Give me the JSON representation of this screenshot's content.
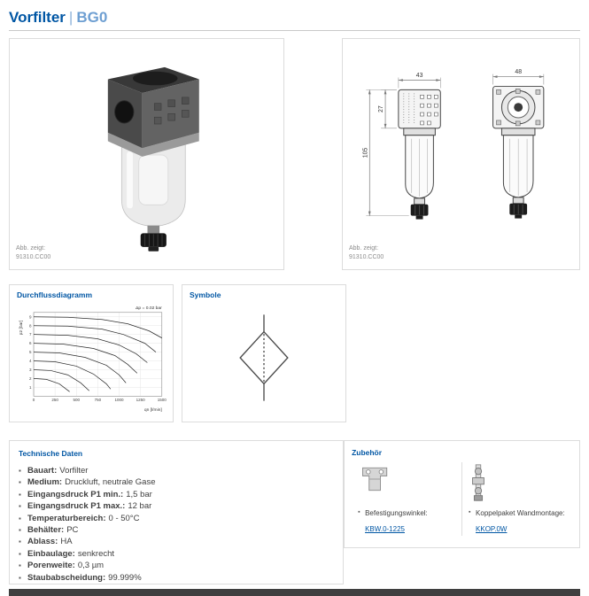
{
  "page": {
    "title": "Vorfilter",
    "separator": "|",
    "subtitle": "BG0"
  },
  "photo_panel": {
    "caption_label": "Abb. zeigt:",
    "caption_value": "91310.CC00"
  },
  "drawing_panel": {
    "caption_label": "Abb. zeigt:",
    "caption_value": "91310.CC00",
    "dim_width_left": "43",
    "dim_width_right": "48",
    "dim_head_height": "27",
    "dim_total_height": "105"
  },
  "flow_panel": {
    "heading": "Durchflussdiagramm"
  },
  "symbols_panel": {
    "heading": "Symbole"
  },
  "chart_data": {
    "type": "line",
    "title": "",
    "xlabel": "qn [l/min]",
    "ylabel": "p2 [bar]",
    "annotation": "Δp = 0.02 bar",
    "xlim": [
      0,
      1500
    ],
    "ylim": [
      0,
      9.5
    ],
    "xticks": [
      0,
      250,
      500,
      750,
      1000,
      1250,
      1500
    ],
    "yticks": [
      1,
      2,
      3,
      4,
      5,
      6,
      7,
      8,
      9
    ],
    "grid": true,
    "legend": false,
    "series": [
      {
        "name": "curve_1",
        "points": [
          [
            0,
            9
          ],
          [
            400,
            8.95
          ],
          [
            800,
            8.7
          ],
          [
            1100,
            8.2
          ],
          [
            1350,
            7.4
          ],
          [
            1500,
            6.6
          ]
        ]
      },
      {
        "name": "curve_2",
        "points": [
          [
            0,
            8
          ],
          [
            400,
            7.95
          ],
          [
            800,
            7.6
          ],
          [
            1050,
            7.0
          ],
          [
            1300,
            6.0
          ],
          [
            1430,
            5.0
          ]
        ]
      },
      {
        "name": "curve_3",
        "points": [
          [
            0,
            7
          ],
          [
            400,
            6.9
          ],
          [
            750,
            6.5
          ],
          [
            1000,
            5.8
          ],
          [
            1200,
            4.8
          ],
          [
            1330,
            3.8
          ]
        ]
      },
      {
        "name": "curve_4",
        "points": [
          [
            0,
            6
          ],
          [
            350,
            5.9
          ],
          [
            700,
            5.4
          ],
          [
            950,
            4.6
          ],
          [
            1100,
            3.6
          ],
          [
            1210,
            2.6
          ]
        ]
      },
      {
        "name": "curve_5",
        "points": [
          [
            0,
            5
          ],
          [
            300,
            4.9
          ],
          [
            600,
            4.4
          ],
          [
            850,
            3.5
          ],
          [
            1000,
            2.4
          ],
          [
            1080,
            1.5
          ]
        ]
      },
      {
        "name": "curve_6",
        "points": [
          [
            0,
            4
          ],
          [
            250,
            3.9
          ],
          [
            500,
            3.4
          ],
          [
            700,
            2.5
          ],
          [
            850,
            1.4
          ],
          [
            900,
            0.8
          ]
        ]
      },
      {
        "name": "curve_7",
        "points": [
          [
            0,
            3
          ],
          [
            200,
            2.9
          ],
          [
            400,
            2.4
          ],
          [
            550,
            1.5
          ],
          [
            650,
            0.6
          ]
        ]
      },
      {
        "name": "curve_8",
        "points": [
          [
            0,
            2
          ],
          [
            150,
            1.9
          ],
          [
            300,
            1.4
          ],
          [
            420,
            0.5
          ]
        ]
      }
    ]
  },
  "technical": {
    "heading": "Technische Daten",
    "items": [
      {
        "label": "Bauart:",
        "value": "Vorfilter"
      },
      {
        "label": "Medium:",
        "value": "Druckluft, neutrale Gase"
      },
      {
        "label": "Eingangsdruck P1 min.:",
        "value": "1,5 bar"
      },
      {
        "label": "Eingangsdruck P1 max.:",
        "value": "12 bar"
      },
      {
        "label": "Temperaturbereich:",
        "value": "0 - 50°C"
      },
      {
        "label": "Behälter:",
        "value": "PC"
      },
      {
        "label": "Ablass:",
        "value": "HA"
      },
      {
        "label": "Einbaulage:",
        "value": "senkrecht"
      },
      {
        "label": "Porenweite:",
        "value": "0,3 µm"
      },
      {
        "label": "Staubabscheidung:",
        "value": "99.999%"
      }
    ]
  },
  "accessories": {
    "heading": "Zubehör",
    "items": [
      {
        "label": "Befestigungswinkel:",
        "link": "KBW.0-1225",
        "icon": "mounting-bracket-icon"
      },
      {
        "label": "Koppelpaket Wandmontage:",
        "link": "KKOP.0W",
        "icon": "wall-mount-icon"
      }
    ]
  },
  "colors": {
    "heading_blue": "#0056A4",
    "subtitle_blue": "#6E9FD2",
    "link_blue": "#0056A4",
    "border_gray": "#DCDCDC",
    "text_gray": "#3F3F3F",
    "footer_dark": "#3F3F3F"
  }
}
